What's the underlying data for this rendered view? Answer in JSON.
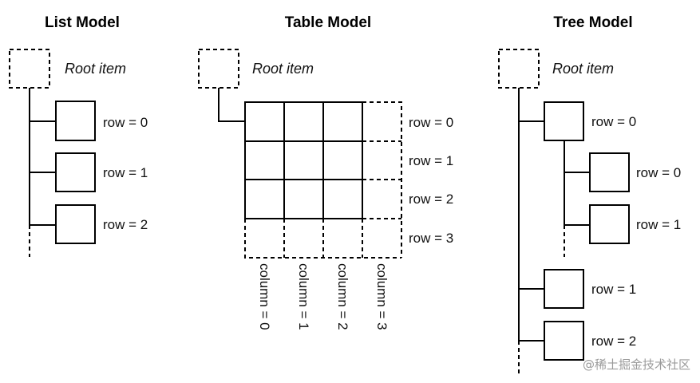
{
  "list_model": {
    "title": "List Model",
    "root_label": "Root item",
    "rows": [
      "row = 0",
      "row = 1",
      "row = 2"
    ]
  },
  "table_model": {
    "title": "Table Model",
    "root_label": "Root item",
    "rows": [
      "row = 0",
      "row = 1",
      "row = 2",
      "row = 3"
    ],
    "columns": [
      "column = 0",
      "column = 1",
      "column = 2",
      "column = 3"
    ]
  },
  "tree_model": {
    "title": "Tree Model",
    "root_label": "Root item",
    "top_rows": [
      "row = 0",
      "row = 1",
      "row = 2"
    ],
    "child_rows": [
      "row = 0",
      "row = 1"
    ]
  },
  "watermark": "@稀土掘金技术社区"
}
